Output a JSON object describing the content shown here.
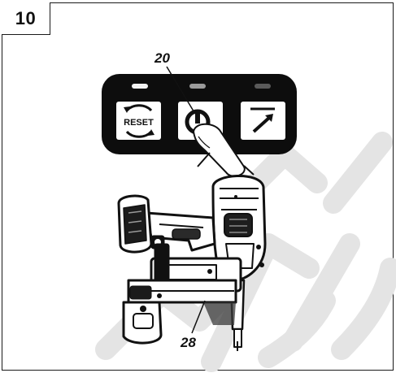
{
  "figure": {
    "number": "10"
  },
  "callouts": {
    "power_button_ref": "20",
    "tool_part_ref": "28"
  },
  "panel": {
    "reset_label": "RESET",
    "buttons": [
      "reset-icon",
      "power-icon",
      "nail-mode-icon"
    ],
    "indicator_lights": 3
  },
  "colors": {
    "ink": "#111111",
    "panel": "#0d0d0d",
    "watermark": "#e3e3e3",
    "led": "#d9d9d9"
  }
}
